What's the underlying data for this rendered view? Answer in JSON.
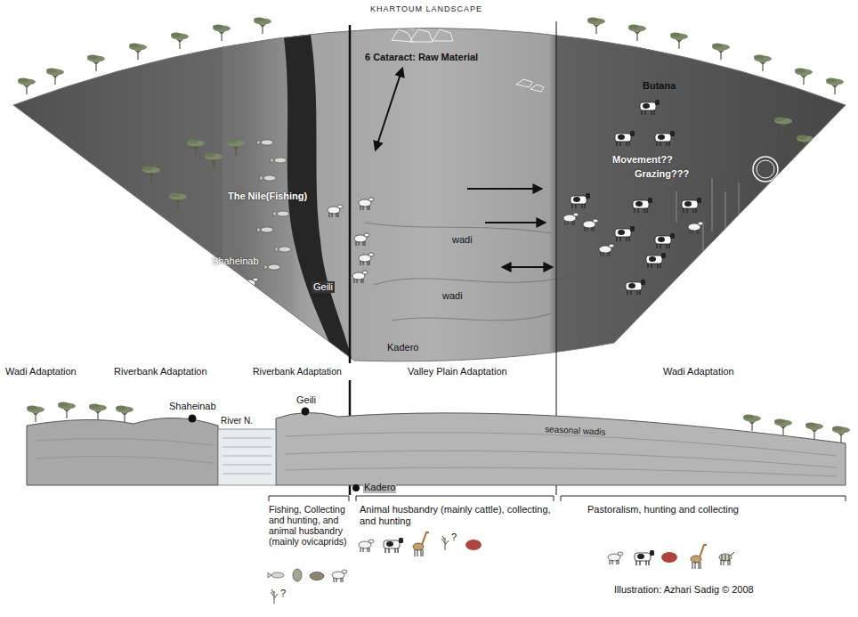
{
  "diagram": {
    "title": "KHARTOUM LANDSCAPE",
    "labels": [
      "6 Cataract: Raw Material",
      "Butana",
      "Movement??",
      "Grazing???",
      "The Nile(Fishing)",
      "Shaheinab",
      "Geili",
      "wadi",
      "wadi",
      "Kadero",
      "Wadi Adaptation",
      "Riverbank Adaptation",
      "Riverbank Adaptation",
      "Valley Plain Adaptation",
      "Wadi Adaptation",
      "Shaheinab",
      "River N.",
      "Geili",
      "Kadero",
      "seasonal wadis",
      "Fishing, Collecting and hunting, and animal husbandry (mainly ovicaprids)",
      "?",
      "Animal husbandry (mainly cattle), collecting, and hunting",
      "?",
      "Pastoralism, hunting and collecting",
      "Illustration: Azhari Sadig © 2008"
    ]
  }
}
